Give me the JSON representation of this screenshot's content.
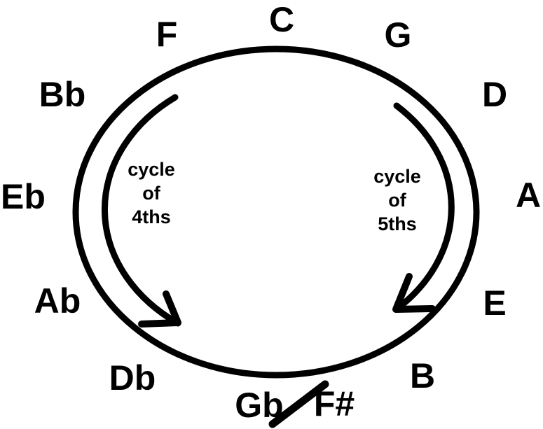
{
  "colors": {
    "ink": "#000000",
    "background": "#ffffff"
  },
  "notes": [
    {
      "label": "C"
    },
    {
      "label": "G"
    },
    {
      "label": "D"
    },
    {
      "label": "A"
    },
    {
      "label": "E"
    },
    {
      "label": "B"
    },
    {
      "label": "Gb"
    },
    {
      "label": "F#"
    },
    {
      "label": "Db"
    },
    {
      "label": "Ab"
    },
    {
      "label": "Eb"
    },
    {
      "label": "Bb"
    },
    {
      "label": "F"
    }
  ],
  "cycles": {
    "fourths": {
      "line1": "cycle",
      "line2": "of",
      "line3": "4ths",
      "direction": "counterclockwise"
    },
    "fifths": {
      "line1": "cycle",
      "line2": "of",
      "line3": "5ths",
      "direction": "clockwise"
    }
  }
}
